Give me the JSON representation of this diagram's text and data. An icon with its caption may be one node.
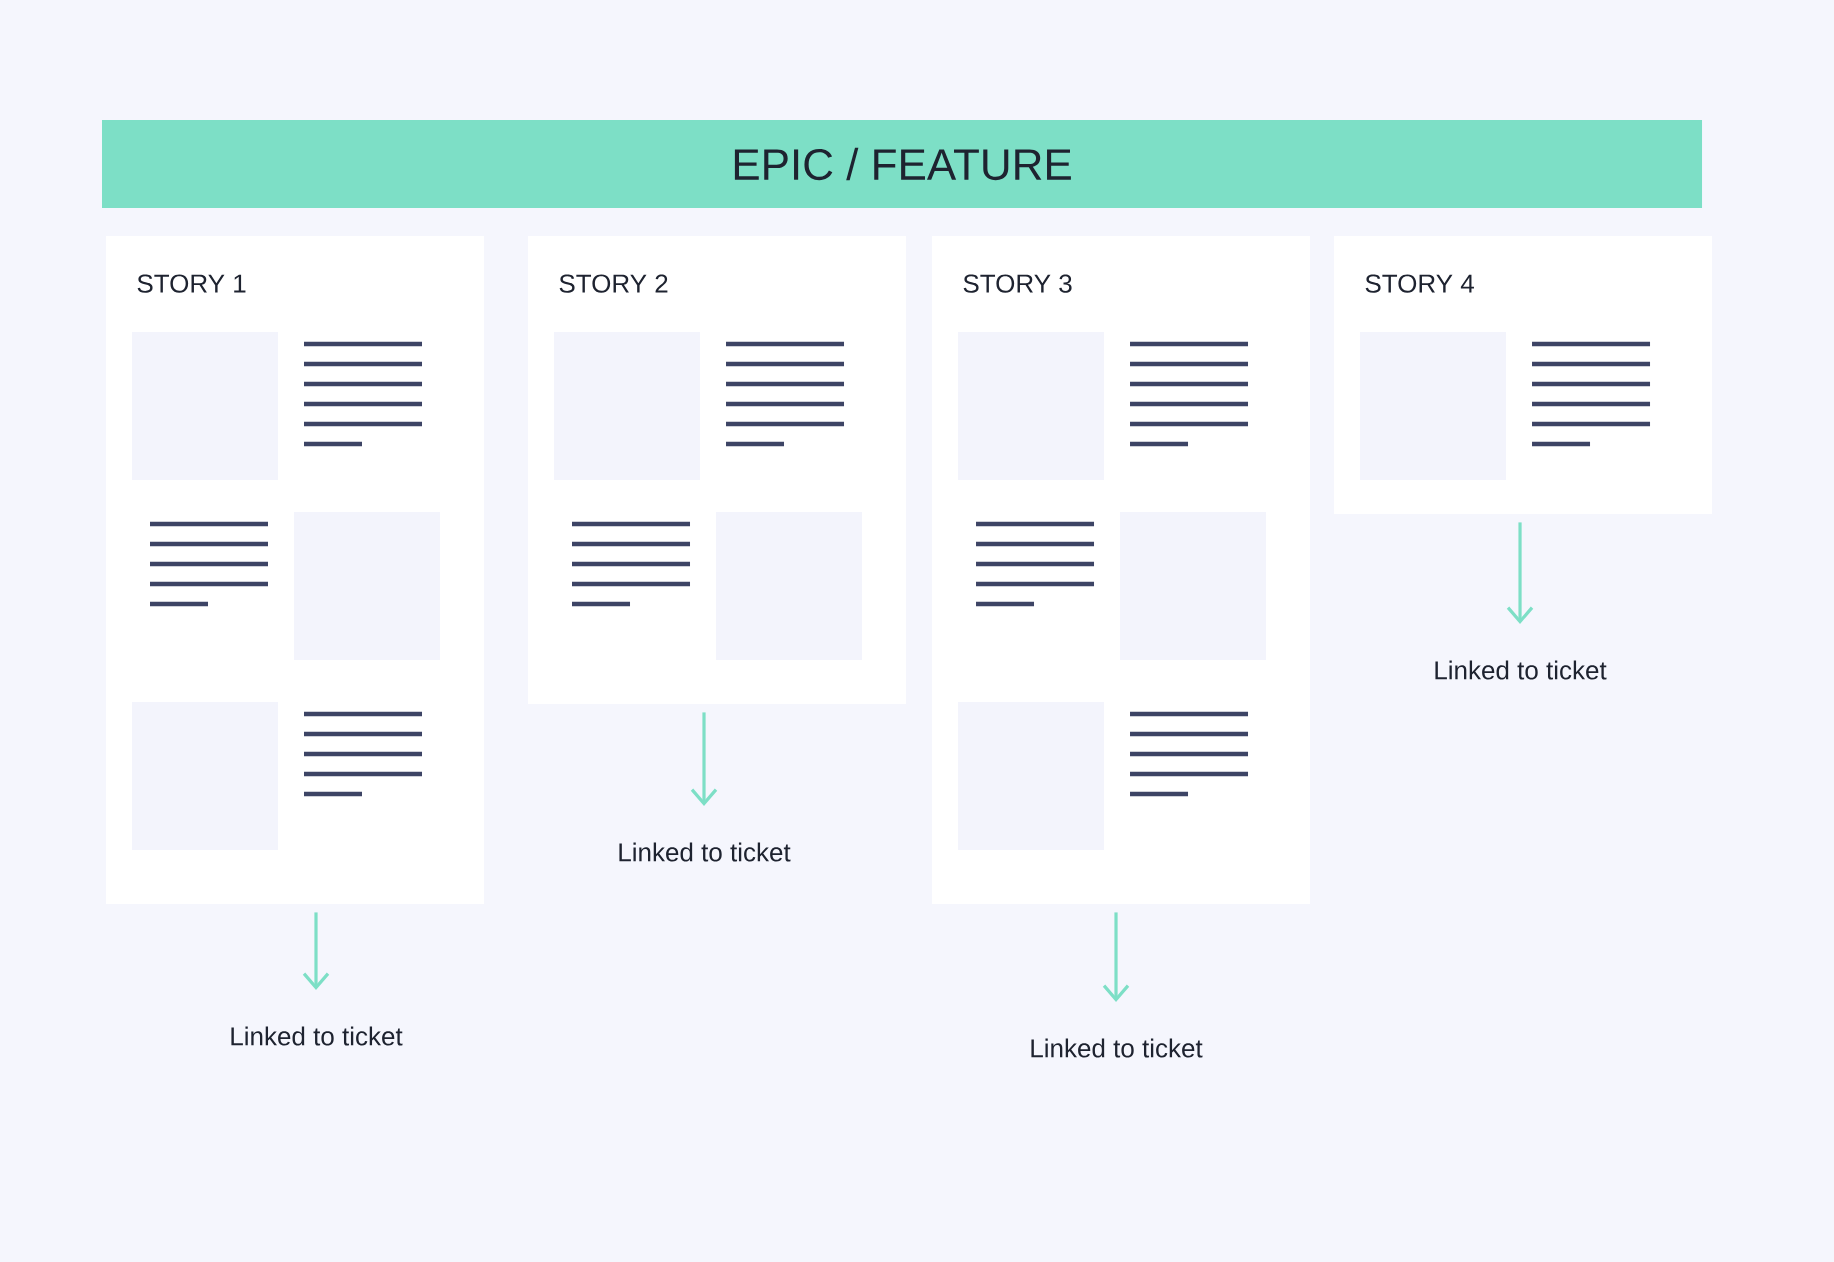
{
  "diagram": {
    "nodes": [
      {
        "text": [
          "EPIC / FEATURE"
        ]
      },
      {
        "text": [
          "STORY 1"
        ]
      },
      {
        "text": [
          "STORY 2"
        ]
      },
      {
        "text": [
          "STORY 3"
        ]
      },
      {
        "text": [
          "STORY 4"
        ]
      },
      {
        "text": [
          "Linked to ticket"
        ]
      },
      {
        "text": [
          "Linked to ticket"
        ]
      },
      {
        "text": [
          "Linked to ticket"
        ]
      },
      {
        "text": [
          "Linked to ticket"
        ]
      }
    ],
    "edges": [
      {
        "from": 1,
        "to": 5,
        "arrow": "to"
      },
      {
        "from": 2,
        "to": 6,
        "arrow": "to"
      },
      {
        "from": 3,
        "to": 7,
        "arrow": "to"
      },
      {
        "from": 4,
        "to": 8,
        "arrow": "to"
      }
    ]
  }
}
